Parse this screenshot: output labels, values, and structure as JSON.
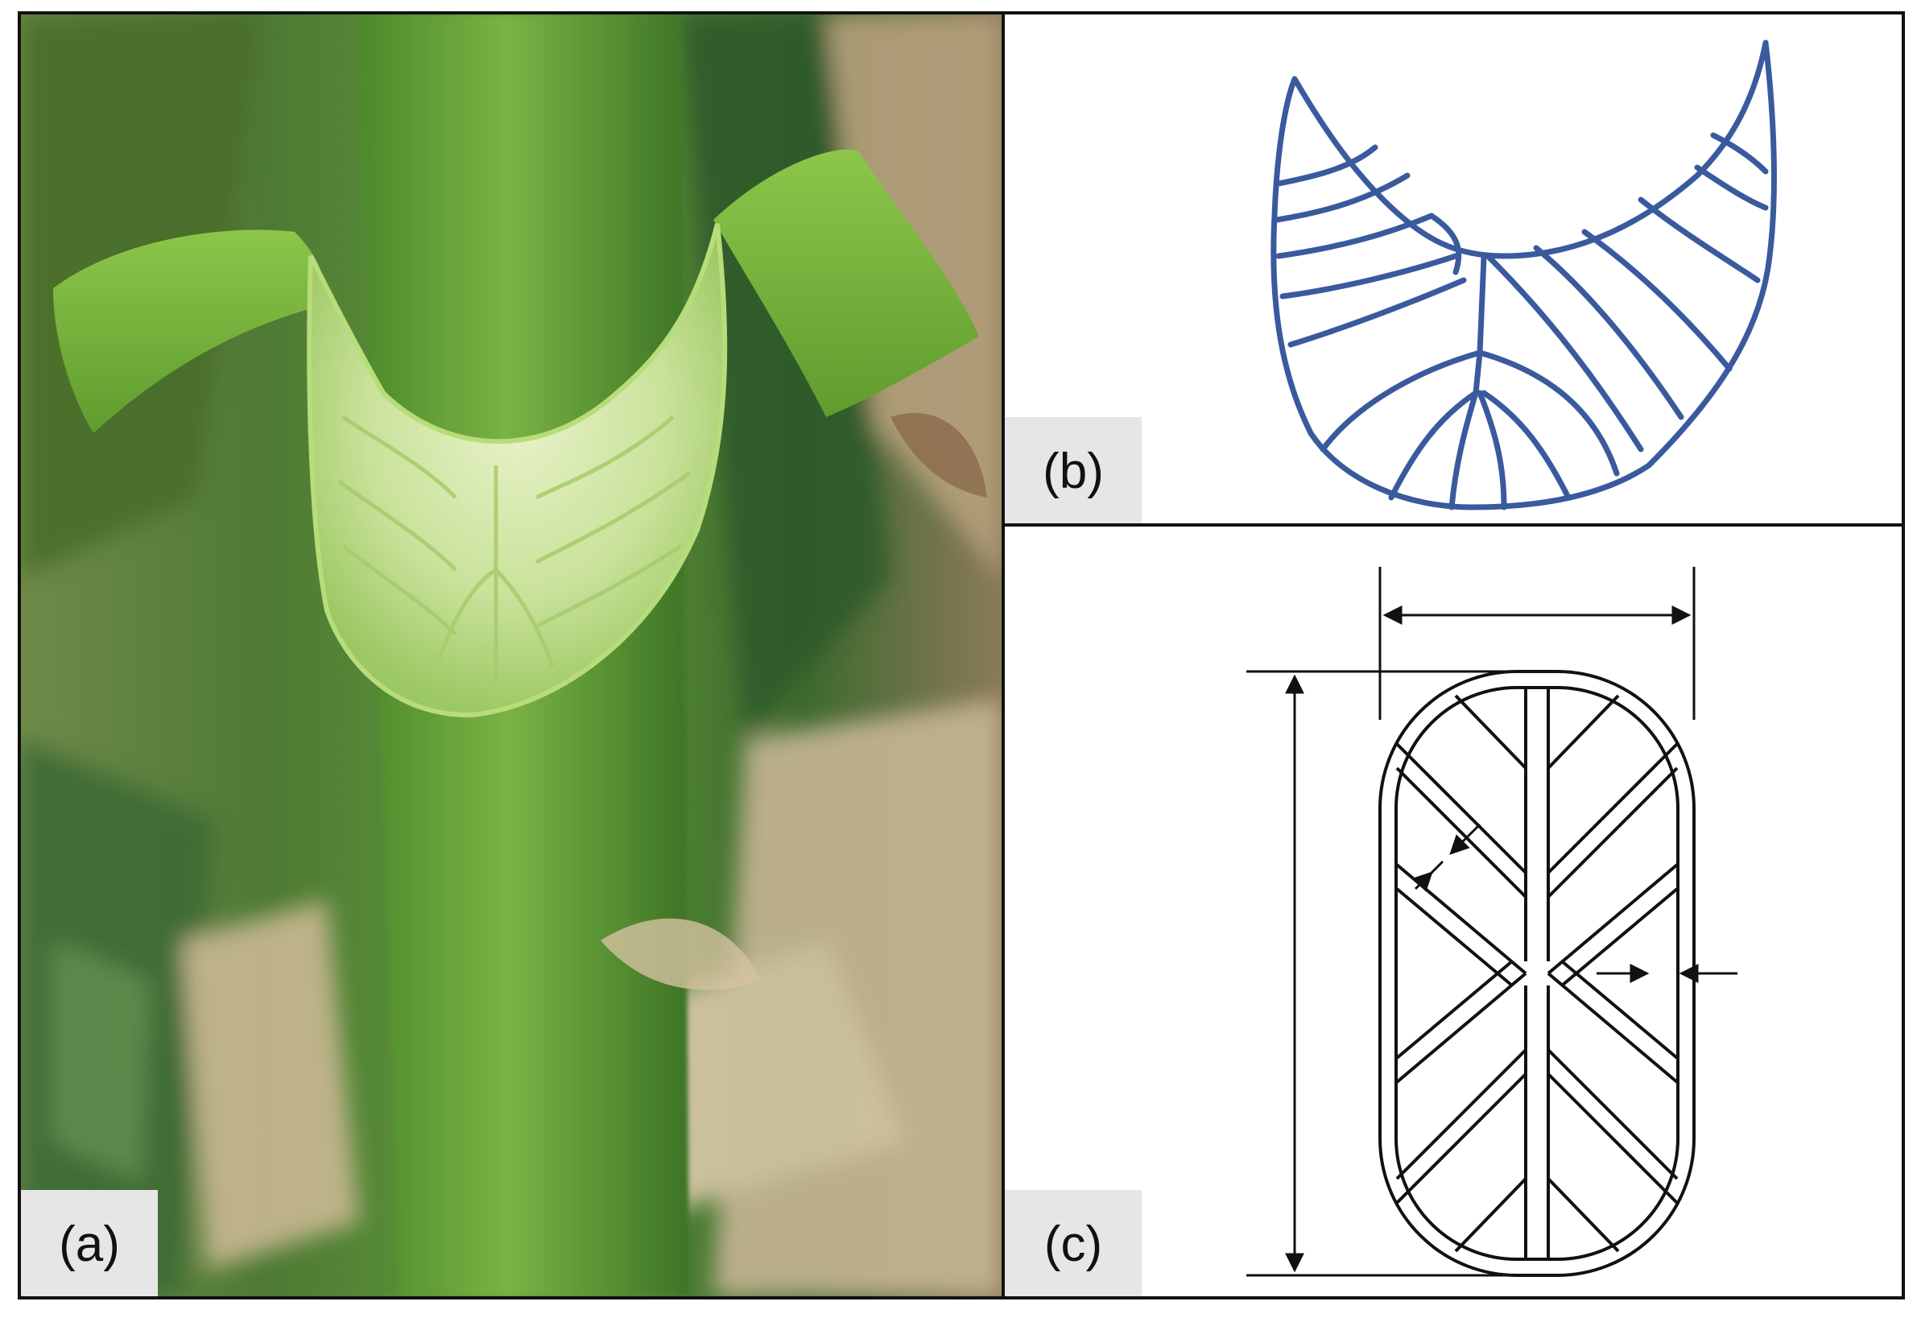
{
  "figure": {
    "panels": [
      {
        "id": "a",
        "label": "(a)",
        "kind": "photograph"
      },
      {
        "id": "b",
        "label": "(b)",
        "kind": "line-drawing"
      },
      {
        "id": "c",
        "label": "(c)",
        "kind": "dimensioned-schematic"
      }
    ]
  },
  "colors": {
    "border": "#111111",
    "label_background": "#e6e6e6",
    "sketch_stroke": "#3a5a9e",
    "schematic_stroke": "#111111",
    "leaf_green": "#7cba3a",
    "background_green": "#5f9a3c"
  }
}
